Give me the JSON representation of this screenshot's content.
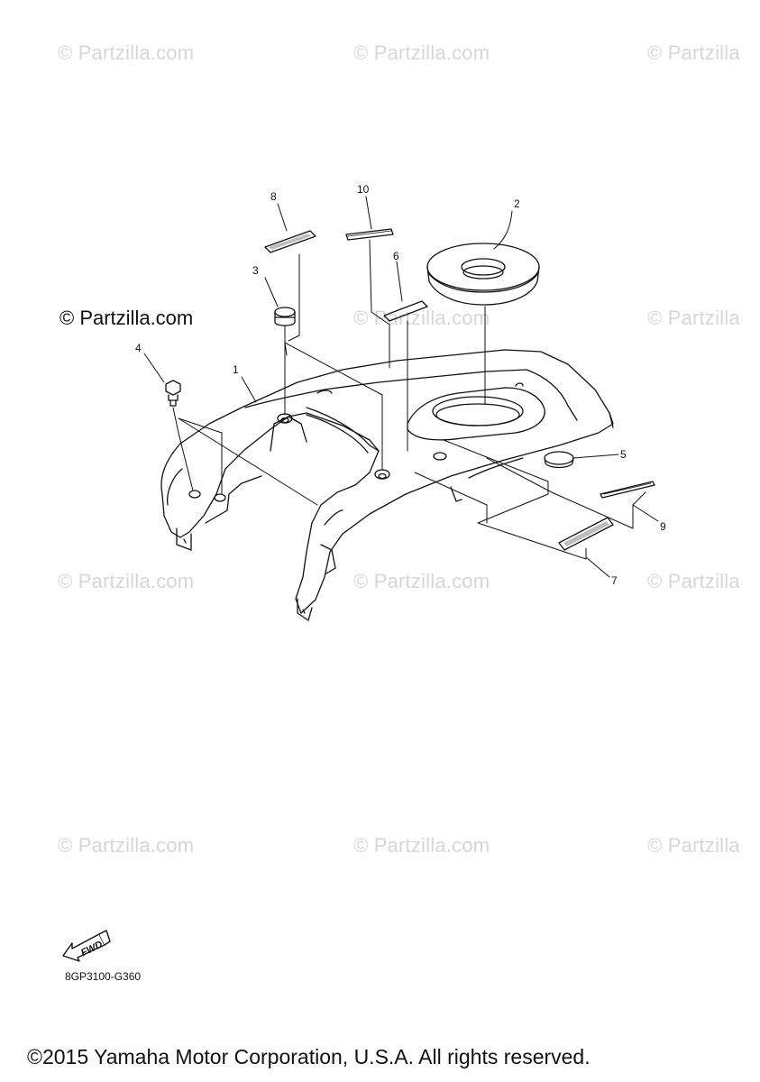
{
  "watermarks": [
    "© Partzilla.com",
    "© Partzilla.com",
    "© Partzilla",
    "© Partzilla.com",
    "© Partzilla",
    "© Partzilla.com",
    "© Partzilla.com",
    "© Partzilla",
    "© Partzilla.com",
    "© Partzilla.com",
    "© Partzilla"
  ],
  "watermark_strong": "© Partzilla.com",
  "callouts": [
    "1",
    "2",
    "3",
    "4",
    "5",
    "6",
    "7",
    "8",
    "9",
    "10"
  ],
  "fwd_label": "FWD",
  "part_code": "8GP3100-G360",
  "copyright": "©2015 Yamaha Motor Corporation, U.S.A. All rights reserved.",
  "colors": {
    "line": "#111111",
    "watermark": "#d6d6d6",
    "decal_fill": "#bdbdbd"
  }
}
